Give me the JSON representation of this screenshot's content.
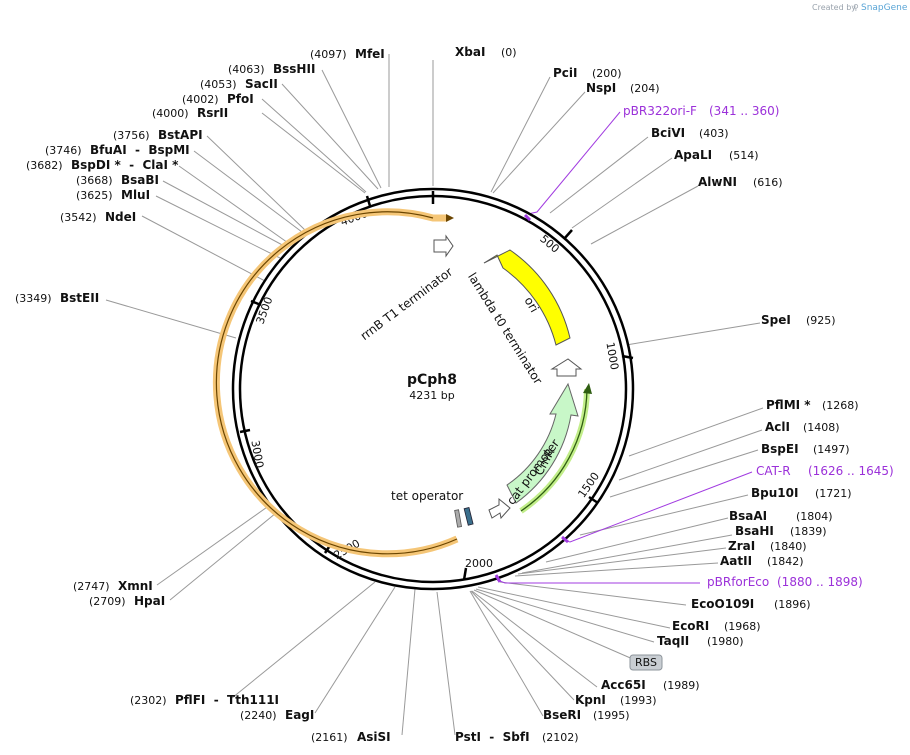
{
  "credit": {
    "prefix": "Created by",
    "brand": "SnapGene"
  },
  "plasmid": {
    "name": "pCph8",
    "size_label": "4231 bp"
  },
  "ruler_ticks": [
    "500",
    "1000",
    "1500",
    "2000",
    "2500",
    "3000",
    "3500",
    "4000"
  ],
  "features": {
    "rrnb": "rrnB T1 terminator",
    "lambda": "lambda t0 terminator",
    "ori": "ori",
    "cmr": "CmR",
    "cat_promoter": "cat promoter",
    "tet_operator": "tet operator",
    "rbs": "RBS"
  },
  "sites": [
    {
      "name": "XbaI",
      "pos": "(0)"
    },
    {
      "name": "PciI",
      "pos": "(200)"
    },
    {
      "name": "NspI",
      "pos": "(204)"
    },
    {
      "name": "pBR322ori-F",
      "pos": "(341 .. 360)"
    },
    {
      "name": "BciVI",
      "pos": "(403)"
    },
    {
      "name": "ApaLI",
      "pos": "(514)"
    },
    {
      "name": "AlwNI",
      "pos": "(616)"
    },
    {
      "name": "SpeI",
      "pos": "(925)"
    },
    {
      "name": "PflMI *",
      "pos": "(1268)"
    },
    {
      "name": "AclI",
      "pos": "(1408)"
    },
    {
      "name": "BspEI",
      "pos": "(1497)"
    },
    {
      "name": "CAT-R",
      "pos": "(1626 .. 1645)"
    },
    {
      "name": "Bpu10I",
      "pos": "(1721)"
    },
    {
      "name": "BsaAI",
      "pos": "(1804)"
    },
    {
      "name": "BsaHI",
      "pos": "(1839)"
    },
    {
      "name": "ZraI",
      "pos": "(1840)"
    },
    {
      "name": "AatII",
      "pos": "(1842)"
    },
    {
      "name": "pBRforEco",
      "pos": "(1880 .. 1898)"
    },
    {
      "name": "EcoO109I",
      "pos": "(1896)"
    },
    {
      "name": "EcoRI",
      "pos": "(1968)"
    },
    {
      "name": "TaqII",
      "pos": "(1980)"
    },
    {
      "name": "Acc65I",
      "pos": "(1989)"
    },
    {
      "name": "KpnI",
      "pos": "(1993)"
    },
    {
      "name": "BseRI",
      "pos": "(1995)"
    },
    {
      "name": "PstI  -  SbfI",
      "pos": "(2102)"
    },
    {
      "name": "AsiSI",
      "pos": "(2161)"
    },
    {
      "name": "EagI",
      "pos": "(2240)"
    },
    {
      "name": "PflFI  -  Tth111I",
      "pos": "(2302)"
    },
    {
      "name": "HpaI",
      "pos": "(2709)"
    },
    {
      "name": "XmnI",
      "pos": "(2747)"
    },
    {
      "name": "BstEII",
      "pos": "(3349)"
    },
    {
      "name": "NdeI",
      "pos": "(3542)"
    },
    {
      "name": "MluI",
      "pos": "(3625)"
    },
    {
      "name": "BsaBI",
      "pos": "(3668)"
    },
    {
      "name": "BspDI *  -  ClaI *",
      "pos": "(3682)"
    },
    {
      "name": "BfuAI  -  BspMI",
      "pos": "(3746)"
    },
    {
      "name": "BstAPI",
      "pos": "(3756)"
    },
    {
      "name": "RsrII",
      "pos": "(4000)"
    },
    {
      "name": "PfoI",
      "pos": "(4002)"
    },
    {
      "name": "SacII",
      "pos": "(4053)"
    },
    {
      "name": "BssHII",
      "pos": "(4063)"
    },
    {
      "name": "MfeI",
      "pos": "(4097)"
    }
  ]
}
